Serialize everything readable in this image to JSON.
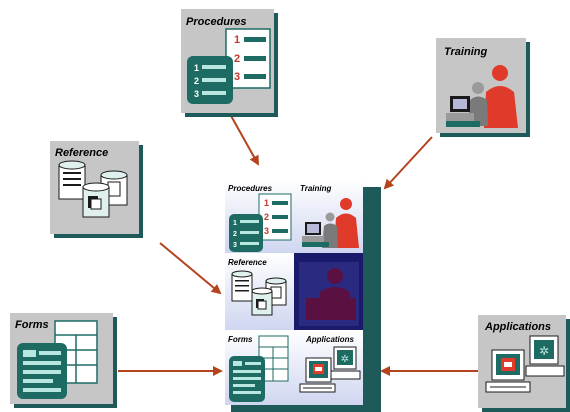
{
  "cards": {
    "procedures": {
      "title": "Procedures",
      "steps": [
        "1",
        "2",
        "3"
      ]
    },
    "training": {
      "title": "Training"
    },
    "reference": {
      "title": "Reference"
    },
    "forms": {
      "title": "Forms"
    },
    "applications": {
      "title": "Applications"
    }
  },
  "center": {
    "procedures": {
      "title": "Procedures",
      "steps": [
        "1",
        "2",
        "3"
      ]
    },
    "training": {
      "title": "Training"
    },
    "reference": {
      "title": "Reference"
    },
    "forms": {
      "title": "Forms"
    },
    "applications": {
      "title": "Applications"
    }
  },
  "colors": {
    "card_fill": "#c6c6c6",
    "card_shadow": "#1f5a5a",
    "teal": "#1e6b63",
    "red_figure": "#e03a2a",
    "arrow": "#b5441e",
    "maroon": "#5a1040",
    "navy_panel": "#1a1a6a"
  }
}
